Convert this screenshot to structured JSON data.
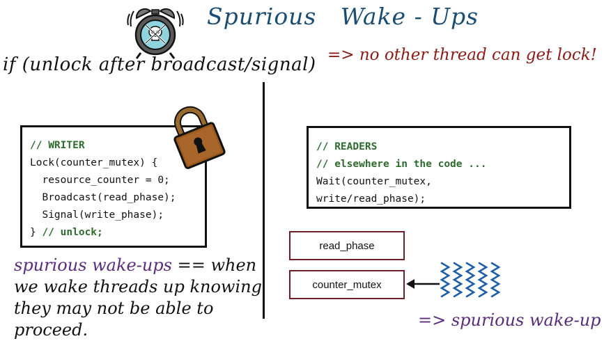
{
  "title": "Spurious   Wake - Ups",
  "condition": "if (unlock after broadcast/signal)",
  "consequence": "=> no other thread can get lock!",
  "writer_code": {
    "lines": [
      {
        "code": "",
        "comment": "// WRITER"
      },
      {
        "code": "Lock(counter_mutex) {",
        "comment": ""
      },
      {
        "code": "  resource_counter = 0;",
        "comment": ""
      },
      {
        "code": "  Broadcast(read_phase);",
        "comment": ""
      },
      {
        "code": "  Signal(write_phase);",
        "comment": ""
      },
      {
        "code": "} ",
        "comment": "// unlock;"
      }
    ]
  },
  "reader_code": {
    "lines": [
      {
        "code": "",
        "comment": "// READERS"
      },
      {
        "code": "",
        "comment": "// elsewhere in the code ..."
      },
      {
        "code": "Wait(counter_mutex,",
        "comment": ""
      },
      {
        "code": "write/read_phase);",
        "comment": ""
      }
    ]
  },
  "read_phase_label": "read_phase",
  "counter_mutex_label": "counter_mutex",
  "note": {
    "lead": "spurious wake-ups",
    "rest": " == when we wake threads up knowing they may not be able to proceed."
  },
  "spurious_label": "=> spurious wake-up",
  "icons": [
    "alarm-clock-skull-icon",
    "padlock-icon",
    "waiting-threads-icon",
    "arrow-left-icon"
  ],
  "colors": {
    "title": "#1b4d73",
    "consequence": "#8a1b16",
    "comment": "#2f6b2f",
    "mutex_border": "#6b1f2a",
    "note_lead": "#5a2d7a",
    "threads": "#1f5fa8"
  }
}
